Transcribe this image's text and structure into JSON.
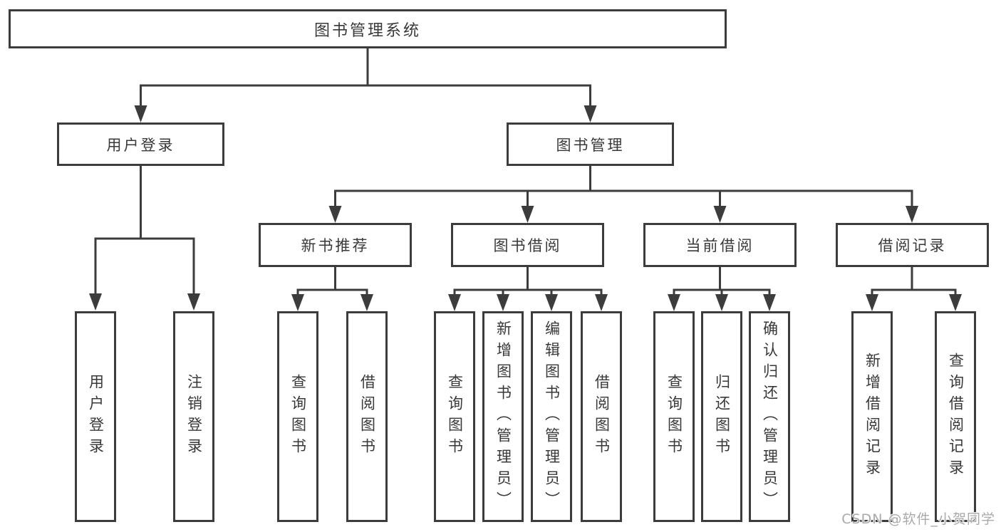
{
  "diagram_type": "tree",
  "colors": {
    "line": "#3c3c3c",
    "box_border": "#3c3c3c",
    "text": "#383838",
    "background": "#ffffff",
    "watermark": "#a9a9a9"
  },
  "tree": {
    "label": "图书管理系统",
    "children": [
      {
        "label": "用户登录",
        "children": [
          {
            "label": "用户登录"
          },
          {
            "label": "注销登录"
          }
        ]
      },
      {
        "label": "图书管理",
        "children": [
          {
            "label": "新书推荐",
            "children": [
              {
                "label": "查询图书"
              },
              {
                "label": "借阅图书"
              }
            ]
          },
          {
            "label": "图书借阅",
            "children": [
              {
                "label": "查询图书"
              },
              {
                "label": "新增图书（管理员）"
              },
              {
                "label": "编辑图书（管理员）"
              },
              {
                "label": "借阅图书"
              }
            ]
          },
          {
            "label": "当前借阅",
            "children": [
              {
                "label": "查询图书"
              },
              {
                "label": "归还图书"
              },
              {
                "label": "确认归还（管理员）"
              }
            ]
          },
          {
            "label": "借阅记录",
            "children": [
              {
                "label": "新增借阅记录"
              },
              {
                "label": "查询借阅记录"
              }
            ]
          }
        ]
      }
    ]
  },
  "watermark": {
    "text": "CSDN @软件_小贺同学"
  }
}
